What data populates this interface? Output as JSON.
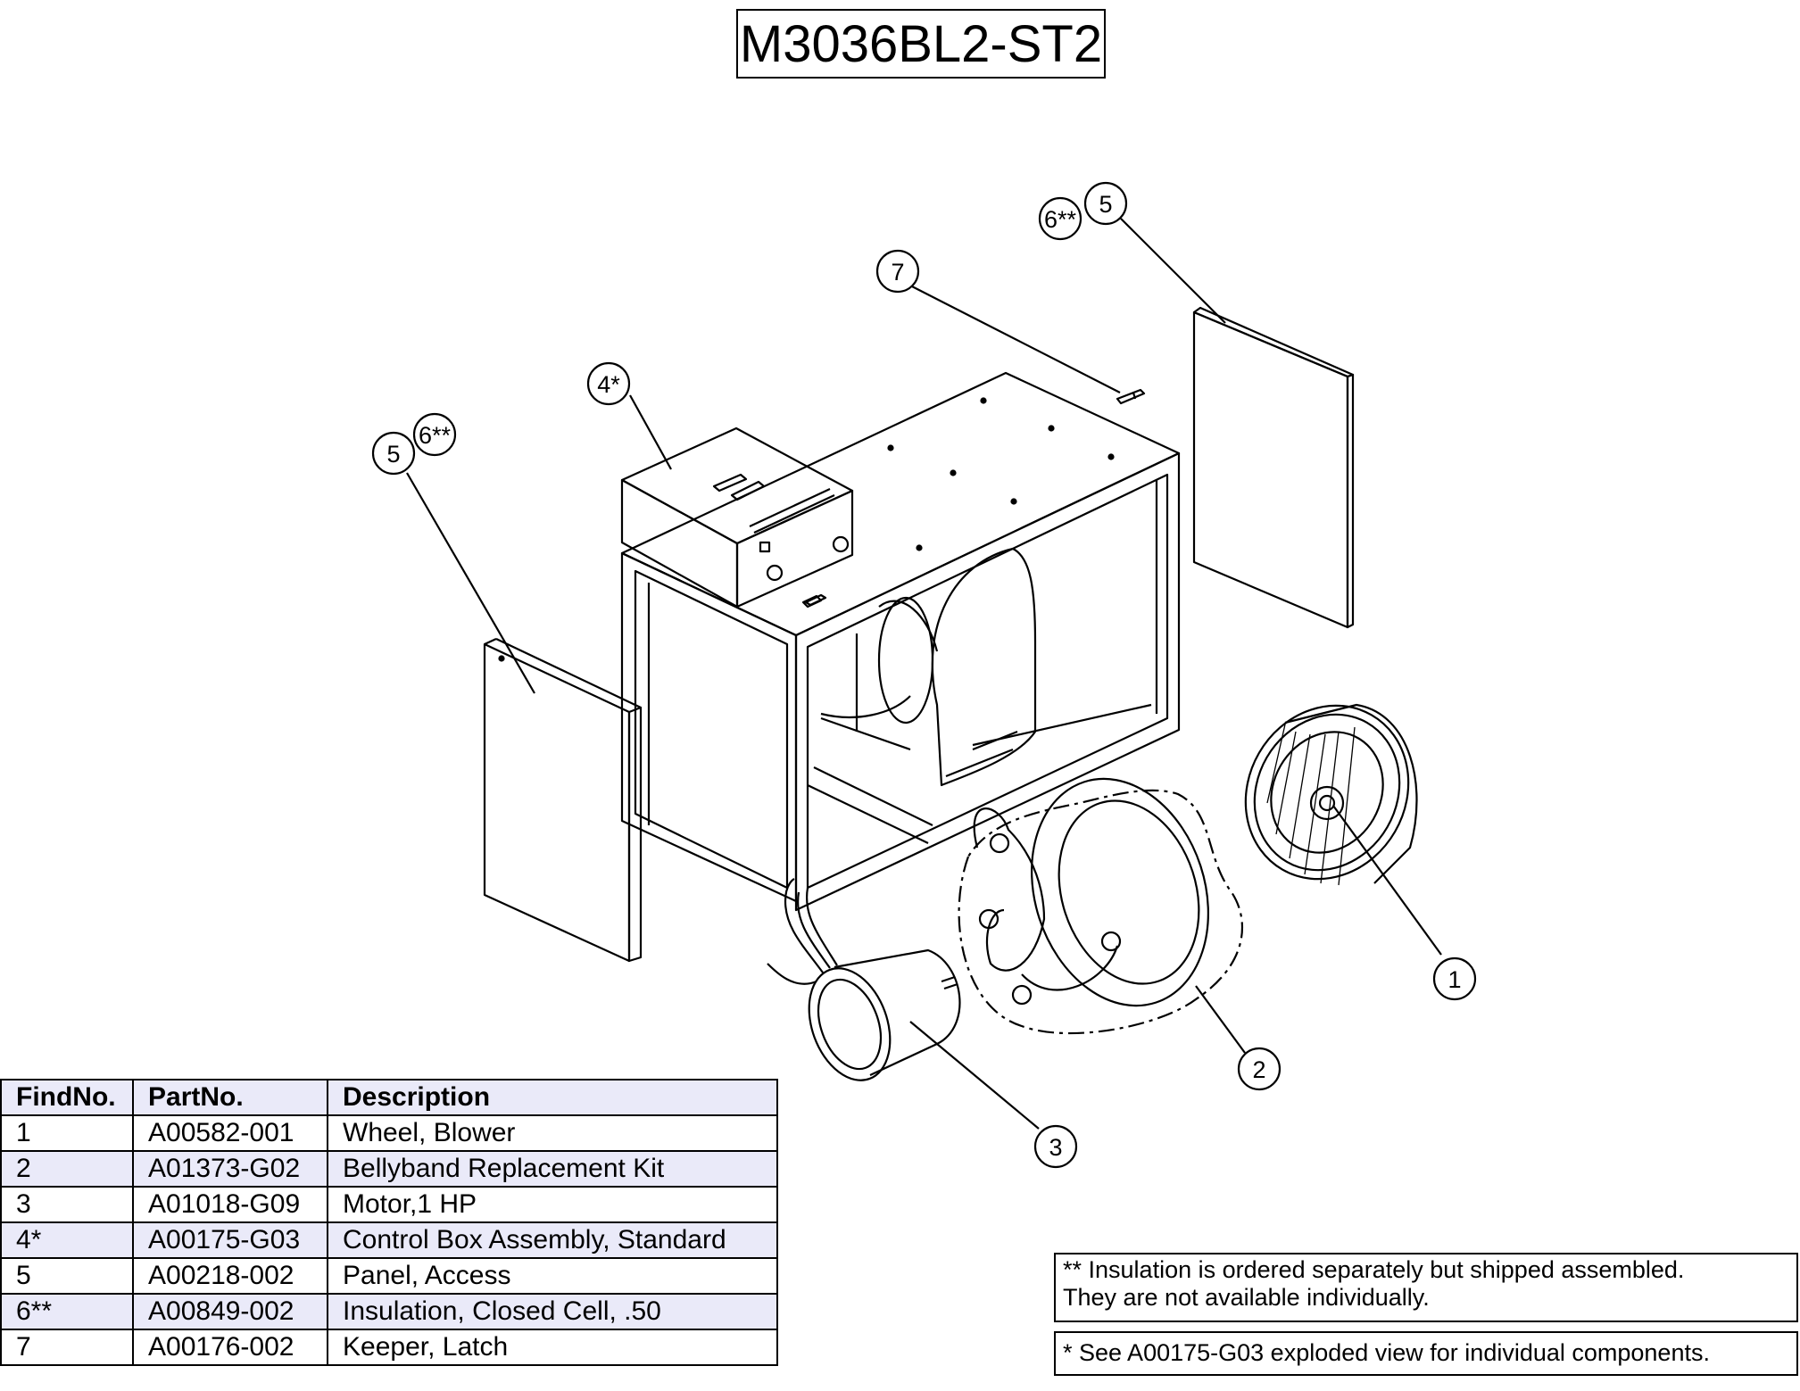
{
  "title": "M3036BL2-ST2",
  "table": {
    "headers": [
      "FindNo.",
      "PartNo.",
      "Description"
    ],
    "rows": [
      {
        "find": "1",
        "part": "A00582-001",
        "desc": "Wheel, Blower"
      },
      {
        "find": "2",
        "part": "A01373-G02",
        "desc": "Bellyband Replacement Kit"
      },
      {
        "find": "3",
        "part": "A01018-G09",
        "desc": "Motor,1 HP"
      },
      {
        "find": "4*",
        "part": "A00175-G03",
        "desc": "Control Box Assembly, Standard"
      },
      {
        "find": "5",
        "part": "A00218-002",
        "desc": "Panel, Access"
      },
      {
        "find": "6**",
        "part": "A00849-002",
        "desc": "Insulation, Closed Cell, .50"
      },
      {
        "find": "7",
        "part": "A00176-002",
        "desc": "Keeper, Latch"
      }
    ]
  },
  "notes": {
    "insulation_line1": "** Insulation is ordered separately but shipped assembled.",
    "insulation_line2": "They are not available individually.",
    "control_box": "* See A00175-G03 exploded view for individual components."
  },
  "callouts": {
    "c1": "1",
    "c2": "2",
    "c3": "3",
    "c4": "4*",
    "c5_left": "5",
    "c6_left": "6**",
    "c5_right": "5",
    "c6_right": "6**",
    "c7": "7"
  }
}
